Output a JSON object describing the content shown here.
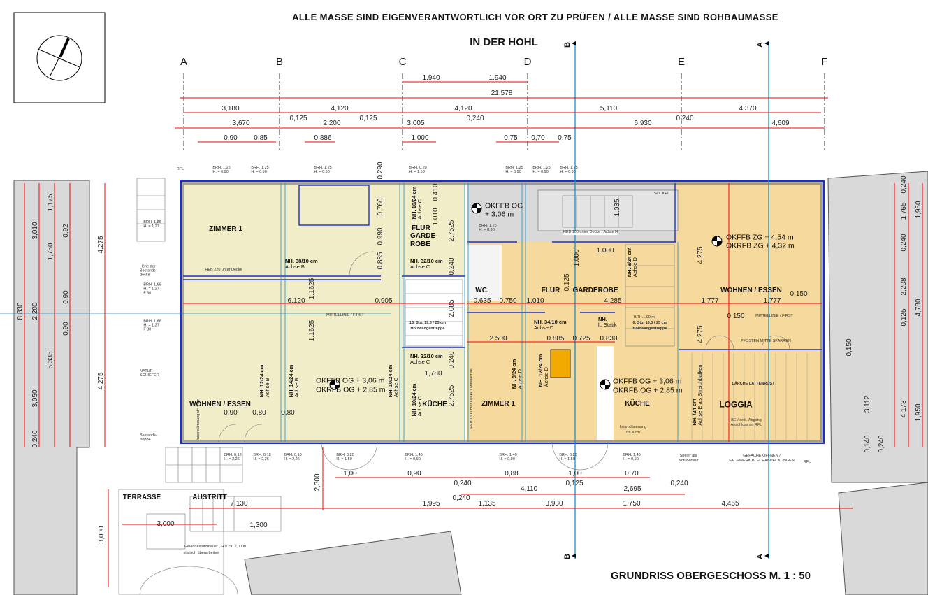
{
  "header": {
    "notice": "ALLE MASSE SIND EIGENVERANTWORTLICH VOR ORT ZU PRÜFEN / ALLE MASSE SIND ROHBAUMASSE",
    "street": "IN DER HOHL"
  },
  "footer": {
    "title": "GRUNDRISS OBERGESCHOSS  M. 1 : 50"
  },
  "axes": [
    "A",
    "B",
    "C",
    "D",
    "E",
    "F"
  ],
  "sections": {
    "b": "B",
    "a": "A"
  },
  "dimensions": {
    "top": [
      "1.940",
      "1.940",
      "21,578",
      "3,180",
      "4,120",
      "4,120",
      "5,110",
      "4,370",
      "3,670",
      "0,125",
      "2,200",
      "0,125",
      "3,005",
      "0,240",
      "6,930",
      "0,240",
      "4,609",
      "0,90",
      "0,85",
      "0,886",
      "1,000",
      "0,75",
      "0,70",
      "0,75"
    ],
    "bottom": [
      "1,00",
      "0,90",
      "0,88",
      "1,00",
      "0,70",
      "0,240",
      "0,125",
      "0,240",
      "4,110",
      "2,695",
      "0,240",
      "7,130",
      "1,995",
      "1,135",
      "3,930",
      "1,750",
      "4,465",
      "1,300",
      "3,000",
      "3,000",
      "2,300",
      "0,90",
      "0,80",
      "0,80"
    ],
    "left": [
      "8,830",
      "3,010",
      "1,175",
      "1,750",
      "0,92",
      "2,200",
      "0,90",
      "0,90",
      "5,335",
      "3,050",
      "0,240",
      "4,275",
      "4,275"
    ],
    "right": [
      "1,765",
      "1,950",
      "0,240",
      "2,208",
      "4,780",
      "0,125",
      "0,150",
      "4,173",
      "3,112",
      "1,950",
      "0,140",
      "0,240",
      "0,240"
    ],
    "interior": [
      "6.120",
      "0.905",
      "1.1625",
      "1.1625",
      "0.760",
      "0.990",
      "0.885",
      "0.290",
      "1.010",
      "0.410",
      "2.7525",
      "0.240",
      "2.085",
      "0.240",
      "1,780",
      "2.7525",
      "0.635",
      "0.750",
      "1.010",
      "4.285",
      "1.777",
      "1.777",
      "0,150",
      "0.150",
      "1.035",
      "1.000",
      "1.000",
      "0.125",
      "2.500",
      "0.885",
      "0.725",
      "0.830",
      "4.275",
      "4.275"
    ]
  },
  "rooms": {
    "zimmer1_left": "ZIMMER 1",
    "wohnen_left": "WOHNEN / ESSEN",
    "flur_l1": "FLUR",
    "flur_l2": "GARDE-",
    "flur_l3": "ROBE",
    "kueche_left": "KÜCHE",
    "wc": "WC.",
    "flur": "FLUR",
    "garderobe": "GARDEROBE",
    "wohnen_right": "WOHNEN / ESSEN",
    "zimmer1_mid": "ZIMMER 1",
    "kueche_mid": "KÜCHE",
    "loggia": "LOGGIA",
    "terrasse": "TERRASSE",
    "austritt": "AUSTRITT"
  },
  "levels": {
    "og_left_1": "OKFFB OG + 3,06 m",
    "og_left_2": "OKRFB OG + 2,85 m",
    "og_mid_1": "OKFFB OG + 3,06 m",
    "og_mid_2": "OKRFB OG + 2,85 m",
    "og_top": "OKFFB OG",
    "og_top_2": "+ 3,06 m",
    "zg_1": "OKFFB ZG + 4,54 m",
    "zg_2": "OKRFB ZG + 4,32 m"
  },
  "walls": [
    {
      "a": "NH. 38/10 cm",
      "b": "Achse B"
    },
    {
      "a": "NH. 32/10 cm",
      "b": "Achse C"
    },
    {
      "a": "NH. 10/24 cm",
      "b": "Achse C"
    },
    {
      "a": "NH. 32/10 cm",
      "b": "Achse C"
    },
    {
      "a": "NH. 10/24 cm",
      "b": "Achse C"
    },
    {
      "a": "NH. 12/24 cm",
      "b": "Achse B"
    },
    {
      "a": "NH. 14/24 cm",
      "b": "Achse B"
    },
    {
      "a": "NH. 10/24 cm",
      "b": "Achse C"
    },
    {
      "a": "NH. 34/10 cm",
      "b": "Achse D"
    },
    {
      "a": "NH. 8/24 cm",
      "b": "Achse D"
    },
    {
      "a": "NH. 12/24 cm",
      "b": "Achse D"
    },
    {
      "a": "NH. 8/24 cm",
      "b": "Achse D"
    },
    {
      "a": "NH.",
      "b": "lt. Statik"
    },
    {
      "a": "NH. /24 cm",
      "b": "Achse E als Streichbalken"
    }
  ],
  "windows": [
    {
      "a": "BRH. 1,25",
      "b": "H. = 0,90"
    },
    {
      "a": "BRH. 1,25",
      "b": "H. = 0,90"
    },
    {
      "a": "BRH. 1,25",
      "b": "H. = 0,90"
    },
    {
      "a": "BRH. 0,20",
      "b": "H. = 1,50"
    },
    {
      "a": "BRH. 1,25",
      "b": "H. = 0,90"
    },
    {
      "a": "BRH. 1,25",
      "b": "H. = 0,90"
    },
    {
      "a": "BRH. 1,25",
      "b": "H. = 0,90"
    },
    {
      "a": "BRH. 1,25",
      "b": "H. = 0,90"
    },
    {
      "a": "BRH. 1,86",
      "b": "H. = 1,27"
    },
    {
      "a": "BRH. 1,66",
      "b": "H. = 1,27"
    },
    {
      "a": "BRH. 1,66",
      "b": "H. = 1,27"
    },
    {
      "a": "BRH. 0,18",
      "b": "H. = 2,26"
    },
    {
      "a": "BRH. 0,18",
      "b": "H. = 2,26"
    },
    {
      "a": "BRH. 0,18",
      "b": "H. = 2,26"
    },
    {
      "a": "BRH. 0,20",
      "b": "H. = 1,50"
    },
    {
      "a": "BRH. 1,40",
      "b": "H. = 0,90"
    },
    {
      "a": "BRH. 1,40",
      "b": "H. = 0,90"
    },
    {
      "a": "BRH. 0,20",
      "b": "H. = 1,50"
    },
    {
      "a": "BRH. 1,40",
      "b": "H. = 0,90"
    }
  ],
  "notes": {
    "rfl": "RFL",
    "rfl2": "RFL",
    "hoehe": "Höhe der Bestands-decke",
    "f30a": "F 30",
    "f30b": "F 30",
    "schiefer": "NATUR-SCHIEFER",
    "bestandstreppe": "Bestands-treppe",
    "heb220": "HEB 220 unter Decke",
    "mittellinie1": "MITTELLINIE / FIRST",
    "mittellinie2": "MITTELLINIE / FIRST",
    "treppe1a": "15. Stg. 19,3 / 25 cm",
    "treppe1b": "Holzwangentreppe",
    "heb160": "HEB 160 unter Decke / Achse H",
    "sockel": "SOCKEL",
    "brh100": "BRH.1,00 m",
    "treppe2a": "8. Stg. 18,5 / 25 cm",
    "treppe2b": "Holzwangentreppe",
    "pfosten": "PFOSTEN MITTE SPARREN",
    "laerche": "LÄRCHE LATTENROST",
    "be1": "BE / seitl. Abgang",
    "be2": "Anschluss an RFL",
    "innen1": "Innendämmung",
    "innen2": "d= 4 cm",
    "innen3": "Innendämmung d= 4 cm",
    "heb160m": "HEB 160 unter Decke / Mittelachse",
    "speier1": "Speier als",
    "speier2": "Notüberlauf",
    "gefache1": "GEFACHE ÖFFNEN /",
    "gefache2": "FACHWERK BLECHABDECKUNGEN",
    "mauer1": "Geländestützmauer , H = ca. 2,00 m",
    "mauer2": "statisch überarbeiten"
  },
  "colors": {
    "dimension": "#ff0000",
    "axis_line": "#1a8fc0",
    "room_light": "#f1edc9",
    "room_warm": "#f6d99c",
    "neighbor": "#d9d9d9",
    "wall": "#1a2fd0"
  }
}
